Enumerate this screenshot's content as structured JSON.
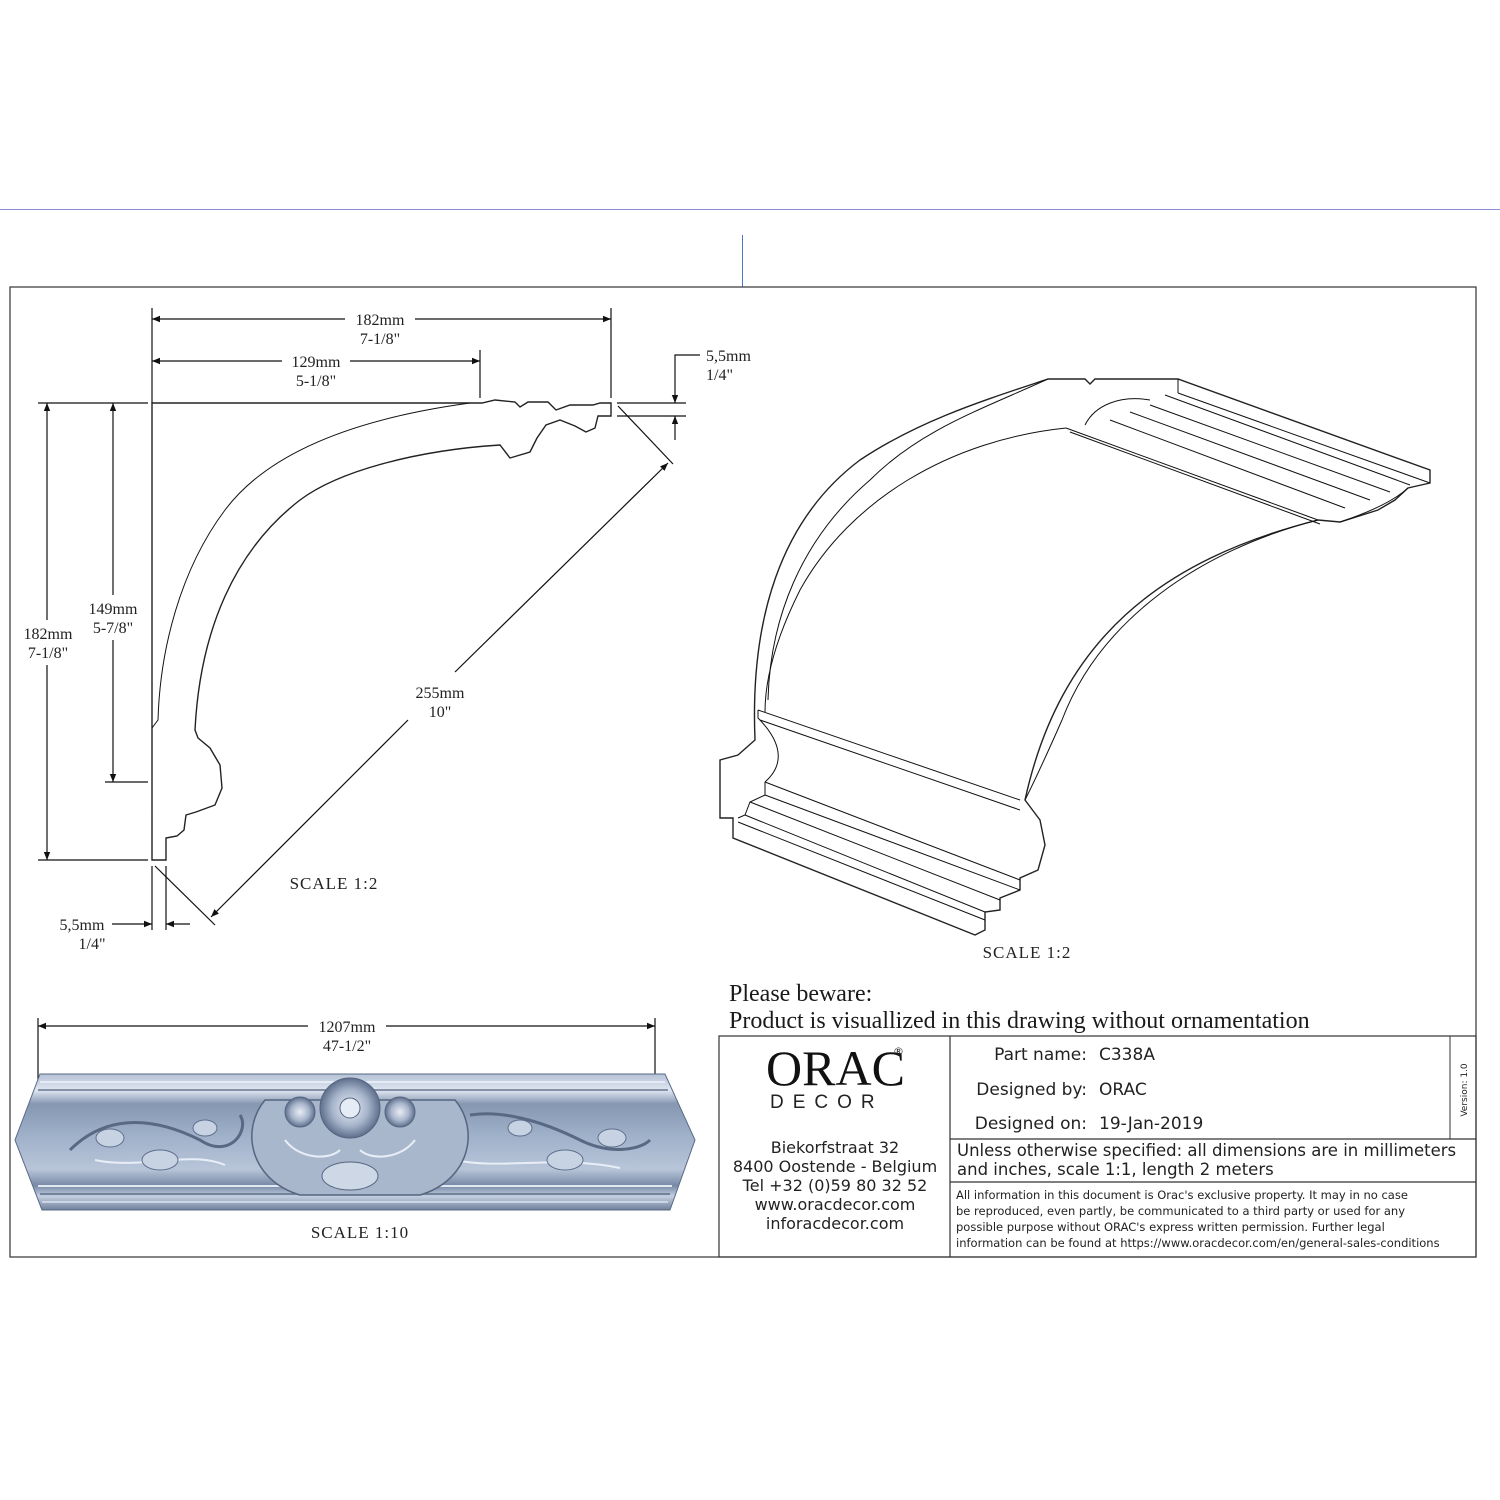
{
  "drawing": {
    "top_width": {
      "mm": "182mm",
      "in": "7-1/8\""
    },
    "inner_width": {
      "mm": "129mm",
      "in": "5-1/8\""
    },
    "lip_top": {
      "mm": "5,5mm",
      "in": "1/4\""
    },
    "height": {
      "mm": "182mm",
      "in": "7-1/8\""
    },
    "inner_height": {
      "mm": "149mm",
      "in": "5-7/8\""
    },
    "diagonal": {
      "mm": "255mm",
      "in": "10\""
    },
    "lip_bottom": {
      "mm": "5,5mm",
      "in": "1/4\""
    },
    "length": {
      "mm": "1207mm",
      "in": "47-1/2\""
    },
    "scale_profile": "SCALE  1:2",
    "scale_3d": "SCALE  1:2",
    "scale_length": "SCALE  1:10"
  },
  "notice": {
    "line1": "Please beware:",
    "line2": "Product is visuallized in this drawing without ornamentation"
  },
  "title_block": {
    "logo_main": "ORAC",
    "logo_reg": "®",
    "logo_sub": "DECOR",
    "address": [
      "Biekorfstraat 32",
      "8400 Oostende - Belgium",
      "Tel  +32 (0)59 80 32 52",
      "www.oracdecor.com",
      "inforacdecor.com"
    ],
    "part_label": "Part name:",
    "part_value": "C338A",
    "designer_label": "Designed by:",
    "designer_value": "ORAC",
    "date_label": "Designed on:",
    "date_value": "19-Jan-2019",
    "version": "Version: 1.0",
    "note": [
      "Unless otherwise specified: all dimensions are in millimeters",
      "and inches, scale 1:1, length 2 meters"
    ],
    "legal": [
      "All information in this document is Orac's exclusive property.  It may in no case",
      "be reproduced, even partly, be communicated to a third party or used for any",
      "possible purpose without ORAC's express written permission. Further legal",
      "information can be found at https://www.oracdecor.com/en/general-sales-conditions"
    ]
  }
}
